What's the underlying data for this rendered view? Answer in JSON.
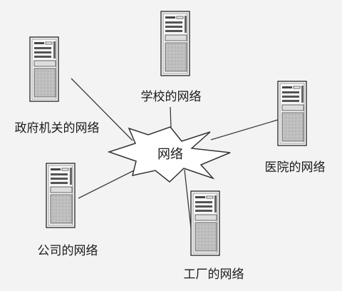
{
  "diagram": {
    "center_label": "网络",
    "nodes": [
      {
        "id": "school",
        "label": "学校的网络",
        "icon": "server-tower-icon"
      },
      {
        "id": "gov",
        "label": "政府机关的网络",
        "icon": "server-tower-icon"
      },
      {
        "id": "hospital",
        "label": "医院的网络",
        "icon": "server-tower-icon"
      },
      {
        "id": "company",
        "label": "公司的网络",
        "icon": "server-tower-icon"
      },
      {
        "id": "factory",
        "label": "工厂的网络",
        "icon": "server-tower-icon"
      }
    ],
    "colors": {
      "line": "#3a3a3a",
      "text": "#1a1a1a",
      "background": "#f3f3f3"
    }
  }
}
